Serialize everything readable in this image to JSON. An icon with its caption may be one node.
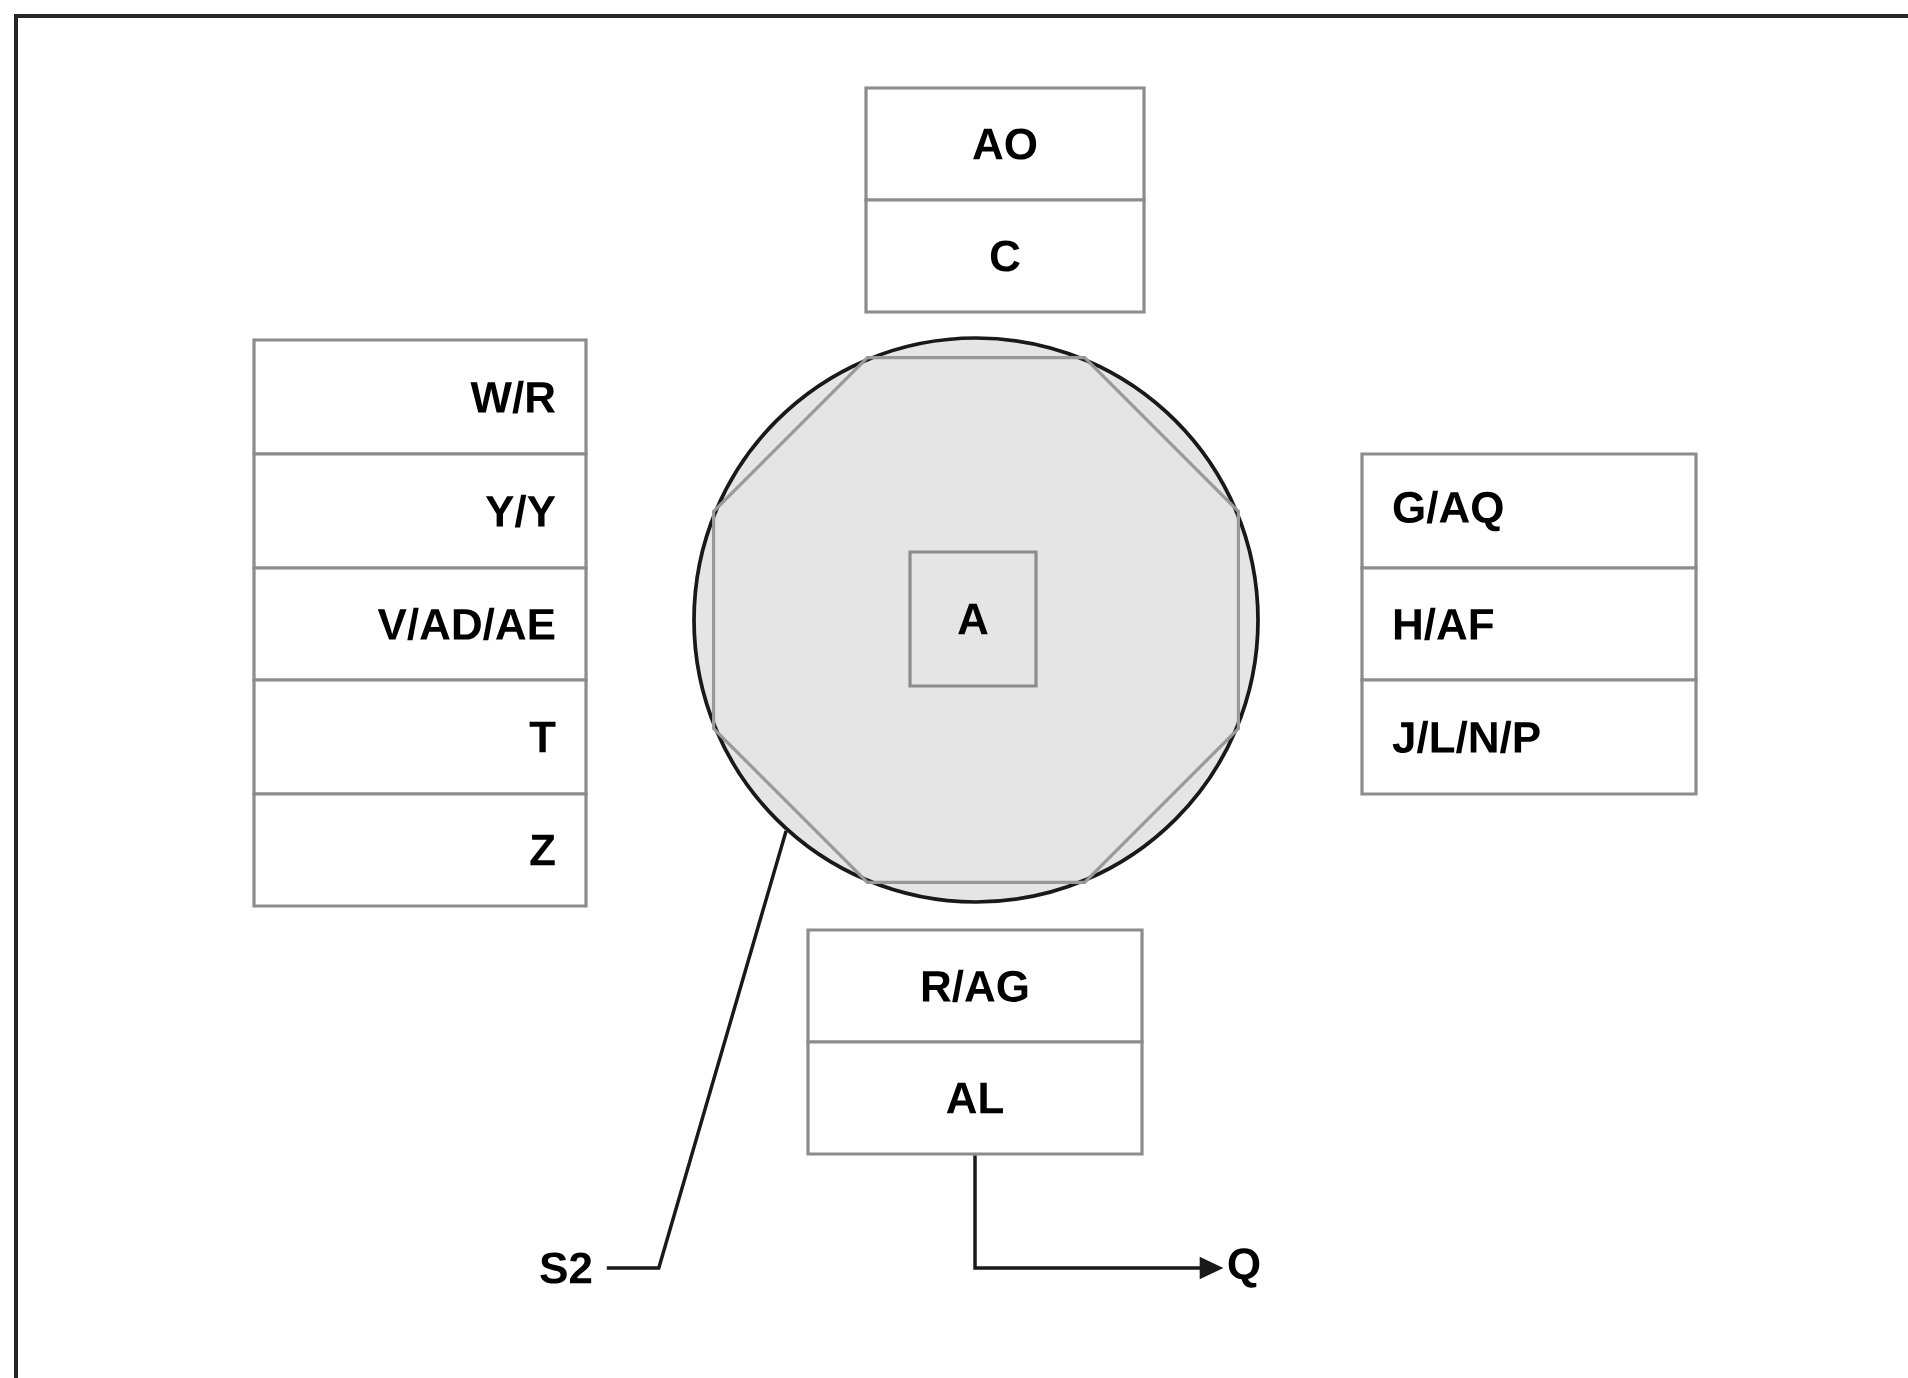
{
  "diagram": {
    "nodes": [
      {
        "text": [
          "AO"
        ]
      },
      {
        "text": [
          "C"
        ]
      },
      {
        "text": [
          "W/R"
        ]
      },
      {
        "text": [
          "Y/Y"
        ]
      },
      {
        "text": [
          "V/AD/AE"
        ]
      },
      {
        "text": [
          "T"
        ]
      },
      {
        "text": [
          "Z"
        ]
      },
      {
        "text": [],
        "shape": "circle"
      },
      {
        "text": [
          "A"
        ],
        "in": 7
      },
      {
        "text": [
          "G/AQ"
        ]
      },
      {
        "text": [
          "H/AF"
        ]
      },
      {
        "text": [
          "J/L/N/P"
        ]
      },
      {
        "text": [
          "R/AG"
        ]
      },
      {
        "text": [
          "AL"
        ]
      },
      {
        "text": [
          "S2"
        ]
      },
      {
        "text": [
          "Q"
        ]
      }
    ],
    "edges": [
      {
        "from": 14,
        "to": 7,
        "arrow": "none"
      },
      {
        "from": 13,
        "to": 15,
        "arrow": "to"
      }
    ]
  }
}
